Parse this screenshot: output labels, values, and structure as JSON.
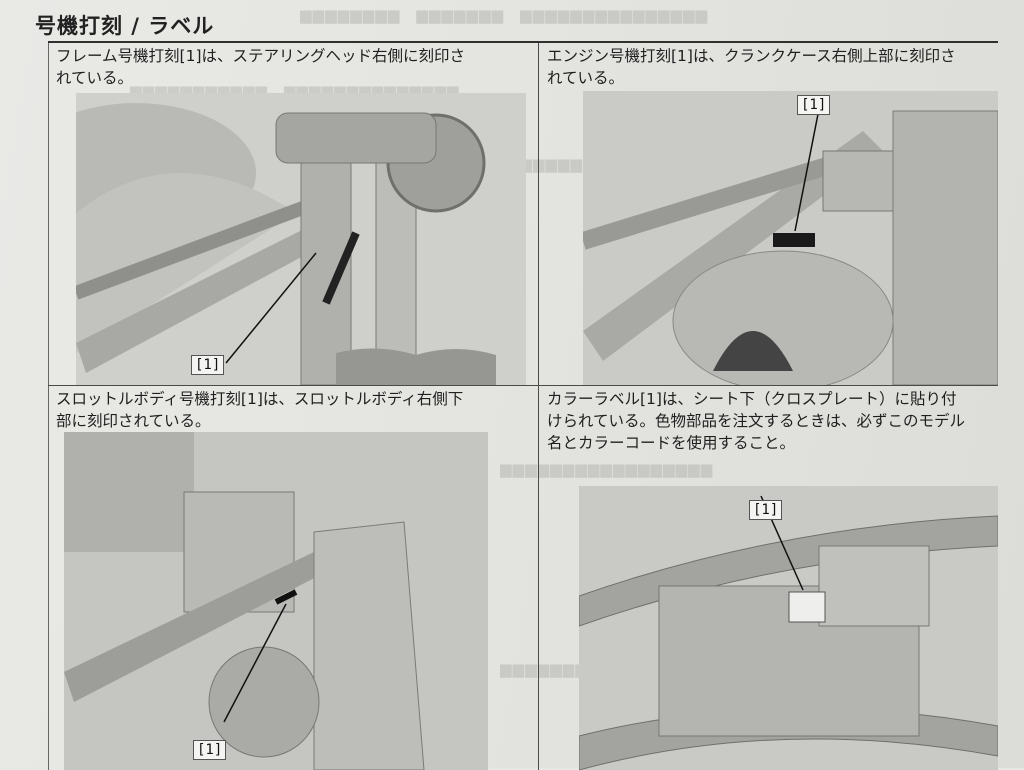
{
  "page": {
    "title": "号機打刻 / ラベル"
  },
  "panels": [
    {
      "id": "frame",
      "caption_line1": "フレーム号機打刻[1]は、ステアリングヘッド右側に刻印さ",
      "caption_line2": "れている。",
      "callout": "[1]"
    },
    {
      "id": "engine",
      "caption_line1": "エンジン号機打刻[1]は、クランクケース右側上部に刻印さ",
      "caption_line2": "れている。",
      "callout": "[1]"
    },
    {
      "id": "throttle",
      "caption_line1": "スロットルボディ号機打刻[1]は、スロットルボディ右側下",
      "caption_line2": "部に刻印されている。",
      "callout": "[1]"
    },
    {
      "id": "color-label",
      "caption_line1": "カラーラベル[1]は、シート下（クロスプレート）に貼り付",
      "caption_line2": "けられている。色物部品を注文するときは、必ずこのモデル",
      "caption_line3": "名とカラーコードを使用すること。",
      "callout": "[1]"
    }
  ],
  "colors": {
    "paper": "#e7e7e4",
    "ink": "#1c1c1c",
    "rule": "#4a4a4a"
  }
}
